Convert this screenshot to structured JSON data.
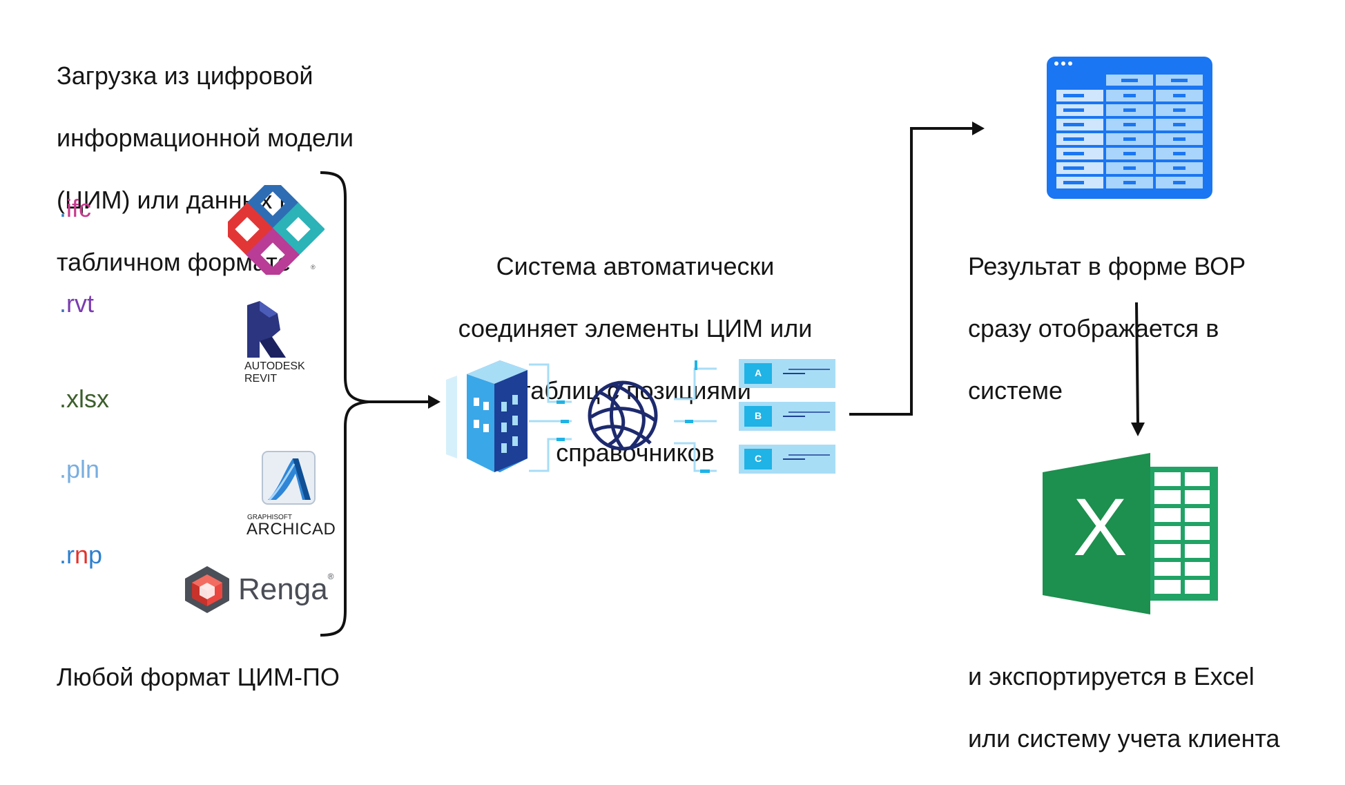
{
  "left": {
    "heading_lines": [
      "Загрузка из цифровой",
      "информационной модели",
      "(ЦИМ) или данных в",
      "табличном формате"
    ],
    "footer": "Любой формат ЦИМ-ПО",
    "formats": [
      {
        "dot": ".",
        "name": "ifc",
        "dot_color": "#2f7fc8",
        "name_color": "#c83a8e"
      },
      {
        "dot": ".",
        "name": "rvt",
        "dot_color": "#3d6fb5",
        "name_color": "#7b3bb0"
      },
      {
        "dot": ".",
        "name": "xlsx",
        "dot_color": "#3c5f2b",
        "name_color": "#3c5f2b"
      },
      {
        "dot": ".",
        "name": "pln",
        "dot_color": "#79aee0",
        "name_color": "#79aee0"
      },
      {
        "dot": ".",
        "name": "r",
        "extra1": "n",
        "extra2": "p",
        "dot_color": "#2d7fcf",
        "name_color": "#2d7fcf",
        "extra1_color": "#e4322b",
        "extra2_color": "#2d7fcf"
      }
    ],
    "logos": {
      "revit_caption": "AUTODESK REVIT",
      "archicad_small": "GRAPHISOFT",
      "archicad_caption": "ARCHICAD",
      "renga_caption": "Renga",
      "ifc_registered": "®",
      "renga_registered": "®"
    }
  },
  "middle": {
    "text_lines": [
      "Система автоматически",
      "соединяет элементы ЦИМ или",
      "таблиц с позициями",
      "справочников"
    ],
    "ref_items": [
      "A",
      "B",
      "C"
    ]
  },
  "right": {
    "result_lines": [
      "Результат в форме ВОР",
      "сразу отображается в",
      "системе"
    ],
    "export_lines": [
      "и экспортируется в Excel",
      "или систему учета клиента"
    ]
  },
  "colors": {
    "text": "#151515",
    "table_blue": "#1a76f2",
    "excel_green": "#21a366",
    "excel_dark": "#107c41",
    "cyan": "#1fb3e6",
    "navy": "#1d2a6e"
  }
}
